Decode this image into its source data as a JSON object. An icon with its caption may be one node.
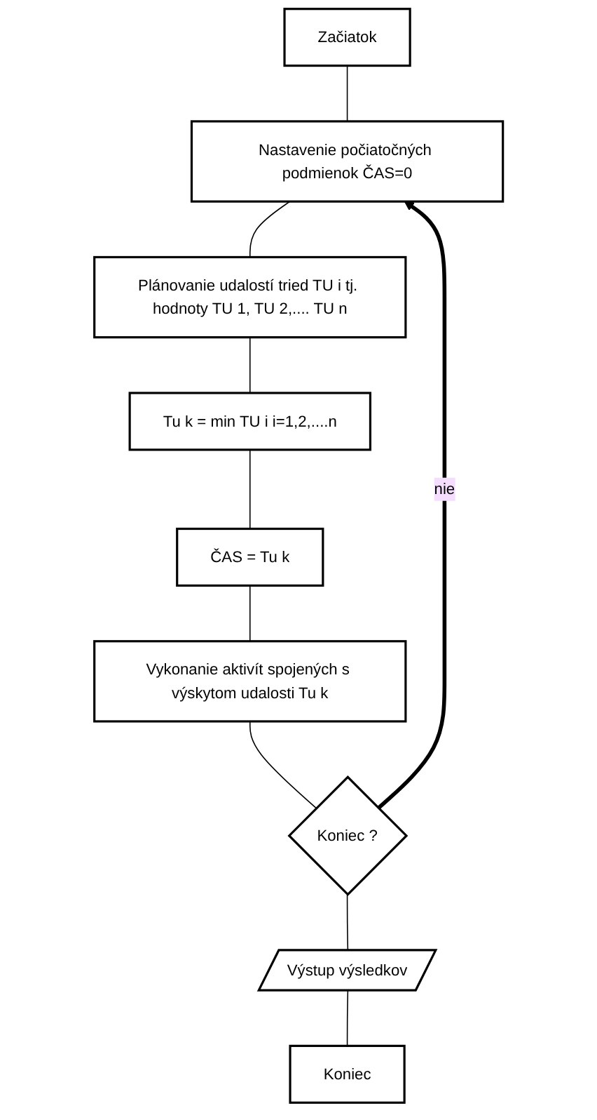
{
  "diagram": {
    "nodes": [
      {
        "text": [
          "Začiatok"
        ]
      },
      {
        "text": [
          "Nastavenie počiatočných podmienok ČAS=0"
        ]
      },
      {
        "text": [
          "Plánovanie udalostí tried TU i tj. hodnoty TU 1, TU 2,.... TU n"
        ]
      },
      {
        "text": [
          "Tu k = min TU i i=1,2,....n"
        ]
      },
      {
        "text": [
          "ČAS = Tu k"
        ]
      },
      {
        "text": [
          "Vykonanie aktivít spojených s výskytom udalosti Tu k"
        ]
      },
      {
        "text": [
          "Koniec ?"
        ]
      },
      {
        "text": [
          "Výstup výsledkov"
        ]
      },
      {
        "text": [
          "Koniec"
        ]
      }
    ],
    "edges": [
      {
        "from": 0,
        "to": 1,
        "arrow": "none"
      },
      {
        "from": 1,
        "to": 2,
        "arrow": "none"
      },
      {
        "from": 2,
        "to": 3,
        "arrow": "none"
      },
      {
        "from": 3,
        "to": 4,
        "arrow": "none"
      },
      {
        "from": 4,
        "to": 5,
        "arrow": "none"
      },
      {
        "from": 5,
        "to": 6,
        "arrow": "none"
      },
      {
        "from": 6,
        "to": 1,
        "arrow": "to",
        "label": "nie",
        "style": "thick"
      },
      {
        "from": 6,
        "to": 7,
        "arrow": "none"
      },
      {
        "from": 7,
        "to": 8,
        "arrow": "none"
      }
    ]
  }
}
